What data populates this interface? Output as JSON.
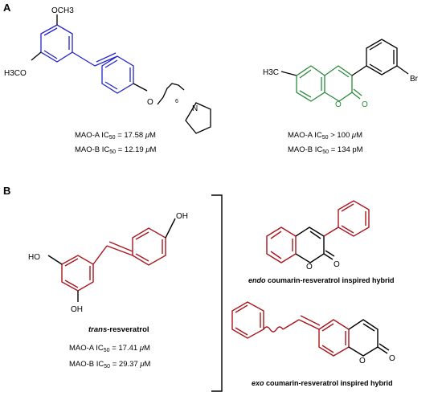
{
  "panels": {
    "a": {
      "label": "A"
    },
    "b": {
      "label": "B"
    }
  },
  "panel_a": {
    "compound1": {
      "mao_a": {
        "prefix": "MAO-A IC",
        "sub": "50",
        "value": " = 17.58 ",
        "mu": "μ",
        "unit": "M"
      },
      "mao_b": {
        "prefix": "MAO-B IC",
        "sub": "50",
        "value": " = 12.19 ",
        "mu": "μ",
        "unit": "M"
      }
    },
    "compound2": {
      "mao_a": {
        "prefix": "MAO-A IC",
        "sub": "50",
        "value": " > 100 ",
        "mu": "μ",
        "unit": "M"
      },
      "mao_b": {
        "prefix": "MAO-B IC",
        "sub": "50",
        "value": " = 134 pM"
      }
    }
  },
  "panel_b": {
    "resveratrol": {
      "name_italic": "trans",
      "name_rest": "-resveratrol",
      "mao_a": {
        "prefix": "MAO-A IC",
        "sub": "50",
        "value": " = 17.41 ",
        "mu": "μ",
        "unit": "M"
      },
      "mao_b": {
        "prefix": "MAO-B IC",
        "sub": "50",
        "value": " = 29.37 ",
        "mu": "μ",
        "unit": "M"
      }
    },
    "endo_hybrid": {
      "italic": "endo",
      "rest": " coumarin-resveratrol inspired hybrid"
    },
    "exo_hybrid": {
      "italic": "exo",
      "rest": " coumarin-resveratrol inspired hybrid"
    }
  },
  "atoms": {
    "och3_top": "OCH3",
    "h3co_left": "H3CO",
    "o_ether": "O",
    "n_pyrrolidine": "N",
    "chain_count": "6",
    "h3c": "H3C",
    "br": "Br",
    "o_ring_a": "O",
    "o_carbonyl_a": "O",
    "oh_top": "OH",
    "ho_left": "HO",
    "oh_bottom": "OH",
    "o_ring_endo": "O",
    "o_carbonyl_endo": "O",
    "o_ring_exo": "O",
    "o_carbonyl_exo": "O"
  },
  "colors": {
    "blue": "#2222cc",
    "green": "#2a8a3a",
    "red": "#a8141c",
    "black": "#000000"
  }
}
